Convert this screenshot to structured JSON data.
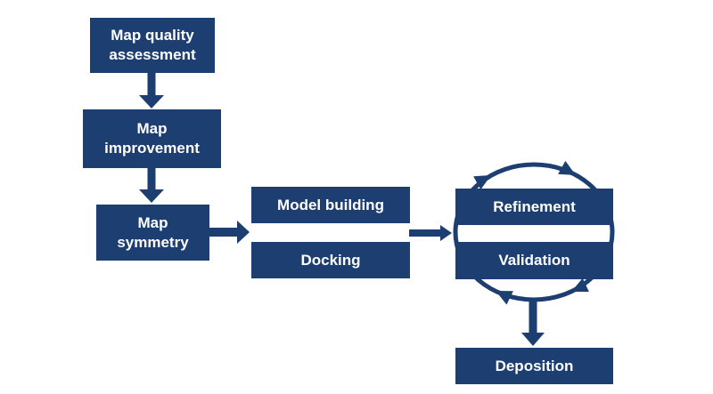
{
  "colors": {
    "accent": "#1d3e70",
    "text_on_accent": "#ffffff",
    "background": "#ffffff"
  },
  "boxes": {
    "map_quality": {
      "label": "Map quality\nassessment"
    },
    "map_improvement": {
      "label": "Map\nimprovement"
    },
    "map_symmetry": {
      "label": "Map\nsymmetry"
    },
    "model_building": {
      "label": "Model building"
    },
    "docking": {
      "label": "Docking"
    },
    "refinement": {
      "label": "Refinement"
    },
    "validation": {
      "label": "Validation"
    },
    "deposition": {
      "label": "Deposition"
    }
  },
  "connections": [
    {
      "from": "Map quality assessment",
      "to": "Map improvement",
      "style": "block-arrow-down"
    },
    {
      "from": "Map improvement",
      "to": "Map symmetry",
      "style": "block-arrow-down"
    },
    {
      "from": "Map symmetry",
      "to": "Model building / Docking",
      "style": "block-arrow-right"
    },
    {
      "from": "Model building / Docking",
      "to": "Refinement / Validation",
      "style": "block-arrow-right"
    },
    {
      "from": "Refinement",
      "to": "Validation",
      "style": "clockwise-cycle"
    },
    {
      "from": "Validation",
      "to": "Deposition",
      "style": "block-arrow-down"
    }
  ]
}
